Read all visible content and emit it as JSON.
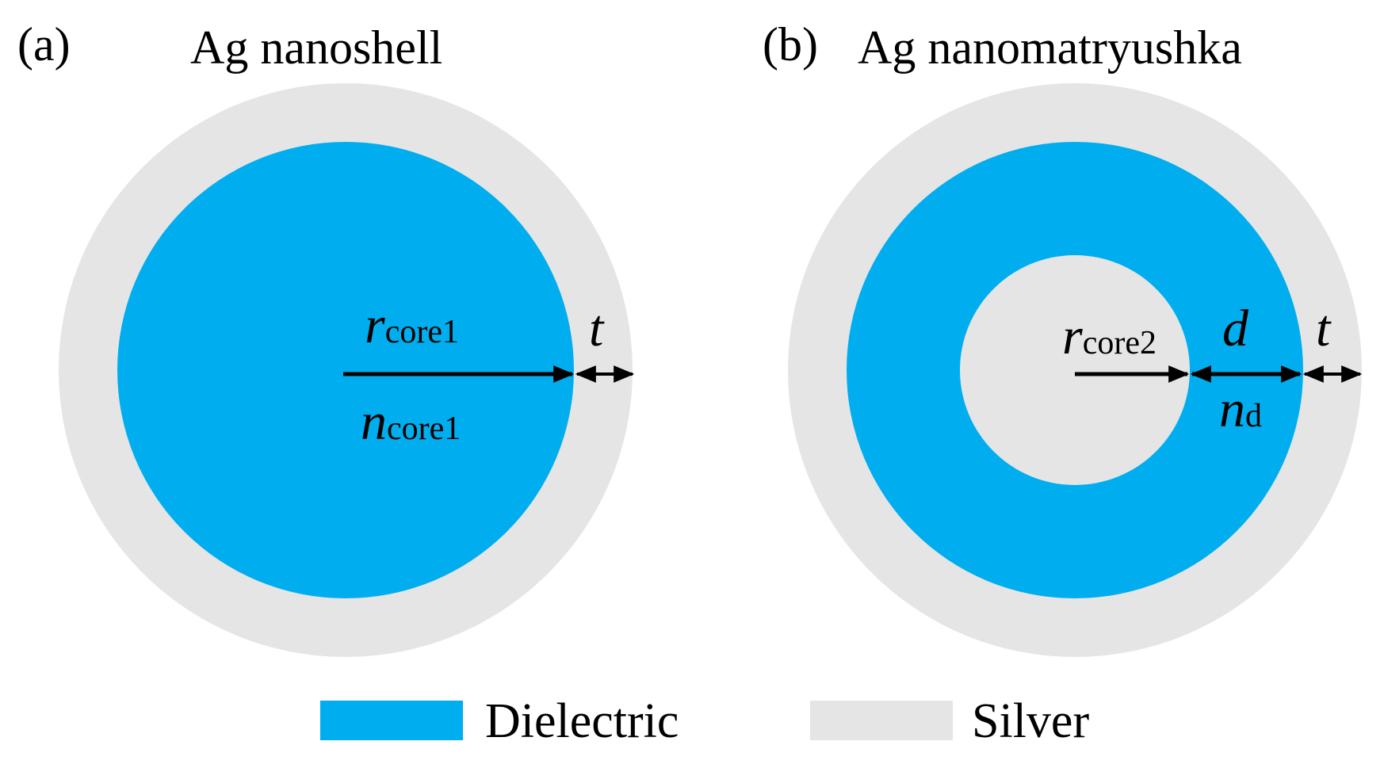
{
  "colors": {
    "dielectric": "#00aeef",
    "silver": "#e5e5e6",
    "arrow": "#000000",
    "text": "#000000",
    "background": "#ffffff"
  },
  "panel_a": {
    "letter": "(a)",
    "title": "Ag nanoshell",
    "radius_label": {
      "var": "r",
      "sub": "core1"
    },
    "index_label": {
      "var": "n",
      "sub": "core1"
    },
    "thickness_label": "t"
  },
  "panel_b": {
    "letter": "(b)",
    "title": "Ag nanomatryushka",
    "radius_label": {
      "var": "r",
      "sub": "core2"
    },
    "spacer_label": "d",
    "index_label": {
      "var": "n",
      "sub": "d"
    },
    "thickness_label": "t"
  },
  "legend": {
    "items": [
      {
        "label": "Dielectric",
        "color": "#00aeef"
      },
      {
        "label": "Silver",
        "color": "#e5e5e6"
      }
    ]
  }
}
